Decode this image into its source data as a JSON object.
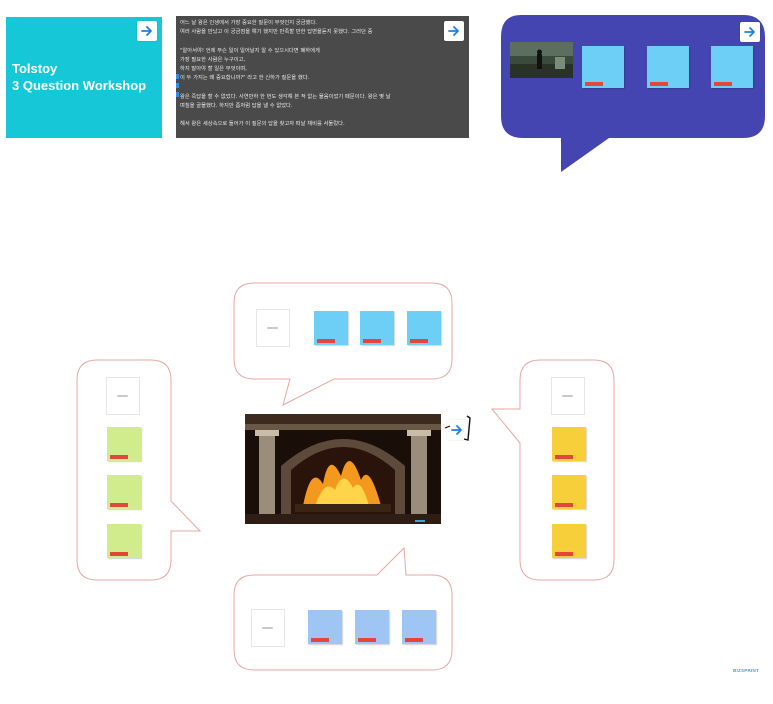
{
  "colors": {
    "teal": "#16c7d8",
    "indigo": "#4545b1",
    "bubble_outline": "#e7a6a1",
    "tag": "#e2473b",
    "sticky_cyan": "#6dcff6",
    "sticky_blue": "#9fc5f5",
    "sticky_green": "#d0ec8d",
    "sticky_yellow": "#f7cf3a"
  },
  "title_card": {
    "line1": "Tolstoy",
    "line2": "3 Question Workshop",
    "arrow_icon": "arrow-right-icon"
  },
  "story_card": {
    "text": "어느 날 왕은 인생에서 가장 중요한 질문이 무엇인지 궁금했다.\n여러 사람을 만났고 이 궁금점을 얘기 했지만 만족할 만한 답변을듣지 못했다. 그러던 중\n\n\"알아서야! 언제 무슨 일이 일어날지 알 수 있으시다면 폐하에게\n가장 필요한 사람은 누구이고,\n하지 말아야 할 일은 무엇이며,\n이 두 가지는 왜 중요합니까?\" 라고 한 신하가 질문을 했다.\n\n왕은 즉답을 할 수 없었다. 사연만하 한 번도 생각해 본 적 없는 물음이었기 때문이다. 왕은 몇 날\n며칠을 골몰했다. 하지만 좀처럼 답을 낼 수 없었다.\n\n해서 왕은 세상속으로 들어가 이 질문의 답을 찾고자 떠날 채비를 서둘렀다.",
    "arrow_icon": "arrow-right-icon"
  },
  "center_image": {
    "icon": "fireplace-image"
  },
  "logo": {
    "text": "BIZSPRINT"
  }
}
